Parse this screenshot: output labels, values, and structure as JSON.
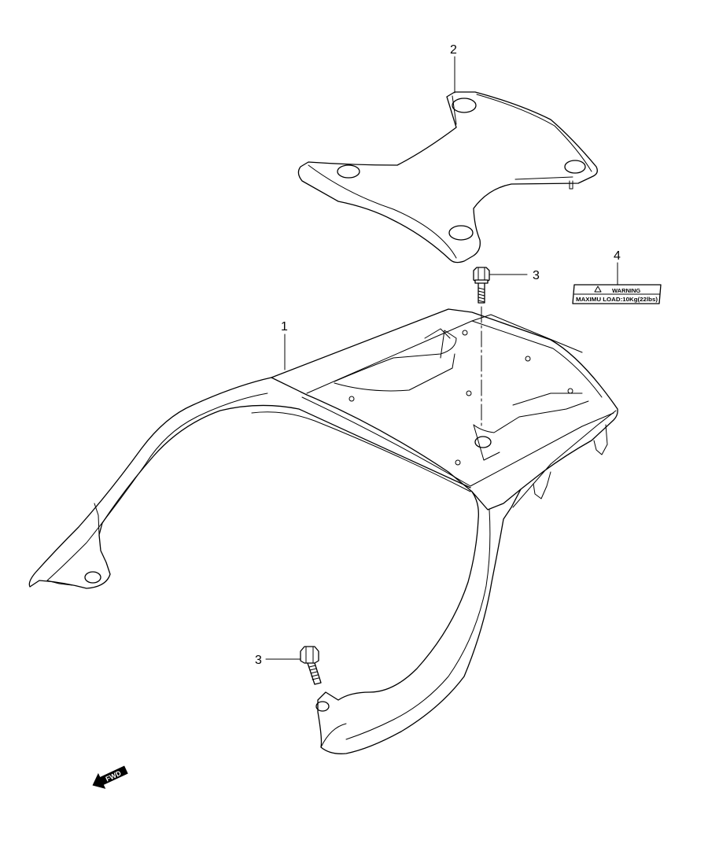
{
  "callouts": [
    {
      "id": "1",
      "text": "1"
    },
    {
      "id": "2",
      "text": "2"
    },
    {
      "id": "3a",
      "text": "3"
    },
    {
      "id": "3b",
      "text": "3"
    },
    {
      "id": "4",
      "text": "4"
    }
  ],
  "warning_label": {
    "heading": "WARNING",
    "text": "MAXIMU LOAD:10Kg(22lbs)"
  },
  "direction_marker": {
    "text": "FWD",
    "icon": "fwd-arrow-icon"
  }
}
